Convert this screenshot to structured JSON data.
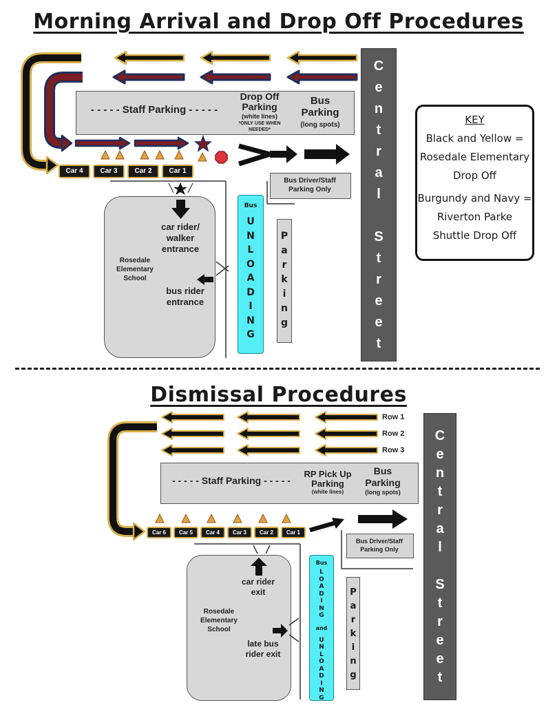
{
  "morning": {
    "title": "Morning Arrival and Drop Off Procedures",
    "staff_parking": "- - - - - Staff Parking - - - - -",
    "drop_off_title": "Drop Off Parking",
    "drop_off_sub": "(white lines)",
    "drop_off_note": "*ONLY USE WHEN NEEDED*",
    "bus_parking": "Bus Parking",
    "bus_parking_sub": "(long spots)",
    "bus_driver_parking": "Bus Driver/Staff Parking Only",
    "street_letters": [
      "C",
      "e",
      "n",
      "t",
      "r",
      "a",
      "l",
      "",
      "S",
      "t",
      "r",
      "e",
      "e",
      "t"
    ],
    "cars": [
      "Car 4",
      "Car 3",
      "Car 2",
      "Car 1"
    ],
    "school_name": "Rosedale Elementary School",
    "car_rider_entrance": "car rider/ walker entrance",
    "bus_rider_entrance": "bus rider entrance",
    "bus_label": "Bus",
    "unloading_letters": [
      "U",
      "N",
      "L",
      "O",
      "A",
      "D",
      "I",
      "N",
      "G"
    ],
    "parking_letters": [
      "P",
      "a",
      "r",
      "k",
      "i",
      "n",
      "g"
    ]
  },
  "key": {
    "heading": "KEY",
    "line1": "Black and Yellow =",
    "line2": "Rosedale Elementary",
    "line3": "Drop Off",
    "line4": "Burgundy and Navy =",
    "line5": "Riverton Parke",
    "line6": "Shuttle Drop Off"
  },
  "dismissal": {
    "title": "Dismissal Procedures",
    "rows": [
      "Row 1",
      "Row 2",
      "Row 3"
    ],
    "staff_parking": "- - - - - Staff Parking - - - - -",
    "rp_pickup_title": "RP Pick Up Parking",
    "rp_pickup_sub": "(white lines)",
    "bus_parking": "Bus Parking",
    "bus_parking_sub": "(long spots)",
    "bus_driver_parking": "Bus Driver/Staff Parking Only",
    "street_letters": [
      "C",
      "e",
      "n",
      "t",
      "r",
      "a",
      "l",
      "",
      "S",
      "t",
      "r",
      "e",
      "e",
      "t"
    ],
    "cars": [
      "Car 6",
      "Car 5",
      "Car 4",
      "Car 3",
      "Car 2",
      "Car 1"
    ],
    "school_name": "Rosedale Elementary School",
    "car_rider_exit": "car rider exit",
    "late_bus_exit": "late bus rider exit",
    "bus_label": "Bus",
    "loading_letters": [
      "L",
      "O",
      "A",
      "D",
      "I",
      "N",
      "G"
    ],
    "and_label": "and",
    "unloading_letters": [
      "U",
      "N",
      "L",
      "O",
      "A",
      "D",
      "I",
      "N",
      "G"
    ],
    "parking_letters": [
      "P",
      "a",
      "r",
      "k",
      "i",
      "n",
      "g"
    ]
  },
  "colors": {
    "black": "#111111",
    "gold": "#d8b04a",
    "burgundy": "#7a1e22",
    "navy": "#1f2e5e",
    "cyan": "#55eef7",
    "street_gray": "#5a5a5a",
    "cone_orange": "#e8a040",
    "stop_red": "#e0353a"
  }
}
